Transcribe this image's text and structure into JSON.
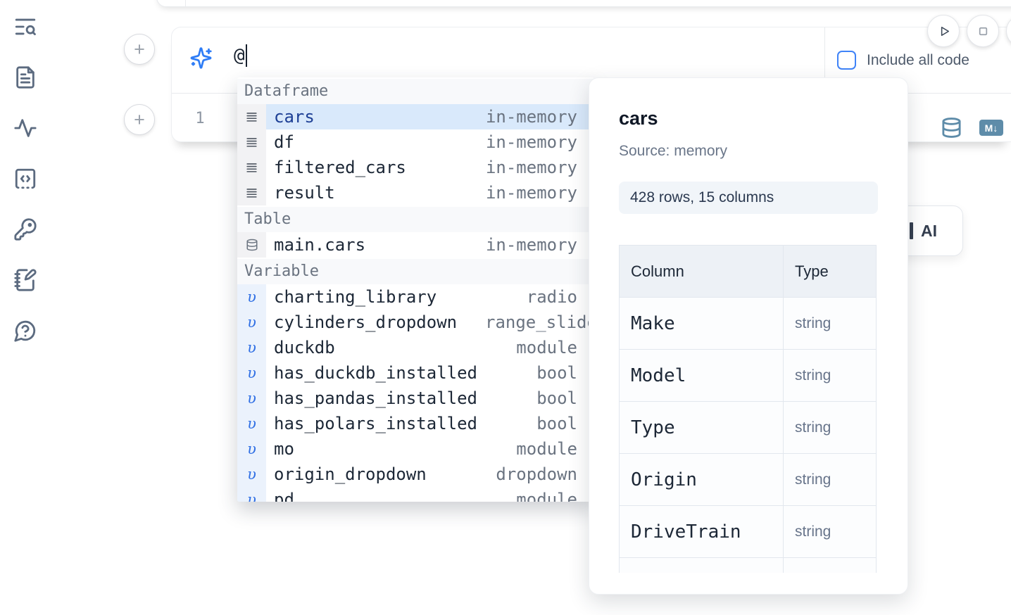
{
  "colors": {
    "accent_blue": "#2f7df6",
    "checkbox_blue": "#3f83f8",
    "steel_blue": "#5e8ca9",
    "selection_bg": "#d9e9fb",
    "sidebar_icon": "#5c6b80"
  },
  "sidebar": {
    "items": [
      {
        "icon": "text-search-icon"
      },
      {
        "icon": "file-document-icon"
      },
      {
        "icon": "activity-icon"
      },
      {
        "icon": "code-cell-icon"
      },
      {
        "icon": "key-icon"
      },
      {
        "icon": "notebook-pen-icon"
      },
      {
        "icon": "help-chat-icon"
      }
    ]
  },
  "cell": {
    "prompt_value": "@",
    "include_all_code_label": "Include all code",
    "line_number": "1",
    "markdown_badge": "M↓"
  },
  "add_buttons": {
    "plus_label": "+"
  },
  "autocomplete": {
    "sections": [
      {
        "label": "Dataframe",
        "item_icon": "rows-icon",
        "items": [
          {
            "name": "cars",
            "type": "in-memory",
            "selected": true
          },
          {
            "name": "df",
            "type": "in-memory"
          },
          {
            "name": "filtered_cars",
            "type": "in-memory"
          },
          {
            "name": "result",
            "type": "in-memory"
          }
        ]
      },
      {
        "label": "Table",
        "item_icon": "database-icon",
        "items": [
          {
            "name": "main.cars",
            "type": "in-memory"
          }
        ]
      },
      {
        "label": "Variable",
        "item_icon": "variable-icon",
        "items": [
          {
            "name": "charting_library",
            "type": "radio"
          },
          {
            "name": "cylinders_dropdown",
            "type": "range_slider"
          },
          {
            "name": "duckdb",
            "type": "module"
          },
          {
            "name": "has_duckdb_installed",
            "type": "bool"
          },
          {
            "name": "has_pandas_installed",
            "type": "bool"
          },
          {
            "name": "has_polars_installed",
            "type": "bool"
          },
          {
            "name": "mo",
            "type": "module"
          },
          {
            "name": "origin_dropdown",
            "type": "dropdown"
          },
          {
            "name": "pd",
            "type": "module",
            "clipped": true
          }
        ]
      }
    ]
  },
  "preview": {
    "title": "cars",
    "source": "Source: memory",
    "shape": "428 rows, 15 columns",
    "schema": {
      "headers": [
        "Column",
        "Type"
      ],
      "rows": [
        [
          "Make",
          "string"
        ],
        [
          "Model",
          "string"
        ],
        [
          "Type",
          "string"
        ],
        [
          "Origin",
          "string"
        ],
        [
          "DriveTrain",
          "string"
        ]
      ],
      "has_partial_row": true
    }
  },
  "ai_button": {
    "label": "AI"
  }
}
